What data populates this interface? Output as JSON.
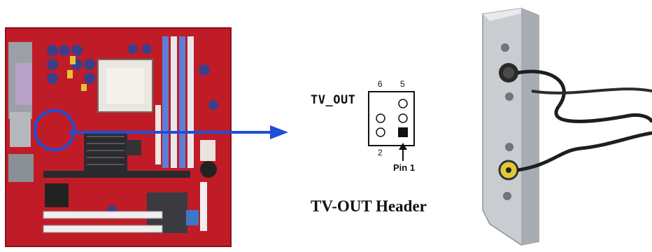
{
  "header_label": "TV_OUT",
  "pin_labels": {
    "top_left": "6",
    "top_right": "5",
    "bottom_left": "2"
  },
  "pin1_label": "Pin 1",
  "caption": "TV-OUT Header",
  "colors": {
    "arrow": "#1e4fd8",
    "highlight_circle": "#1e4fd8",
    "motherboard_pcb": "#c81e2a",
    "bracket": "#c8cbcf"
  },
  "icons": [
    "motherboard-photo",
    "tv-out-bracket-photo",
    "pin-header-diagram",
    "pointer-arrow-icon"
  ]
}
